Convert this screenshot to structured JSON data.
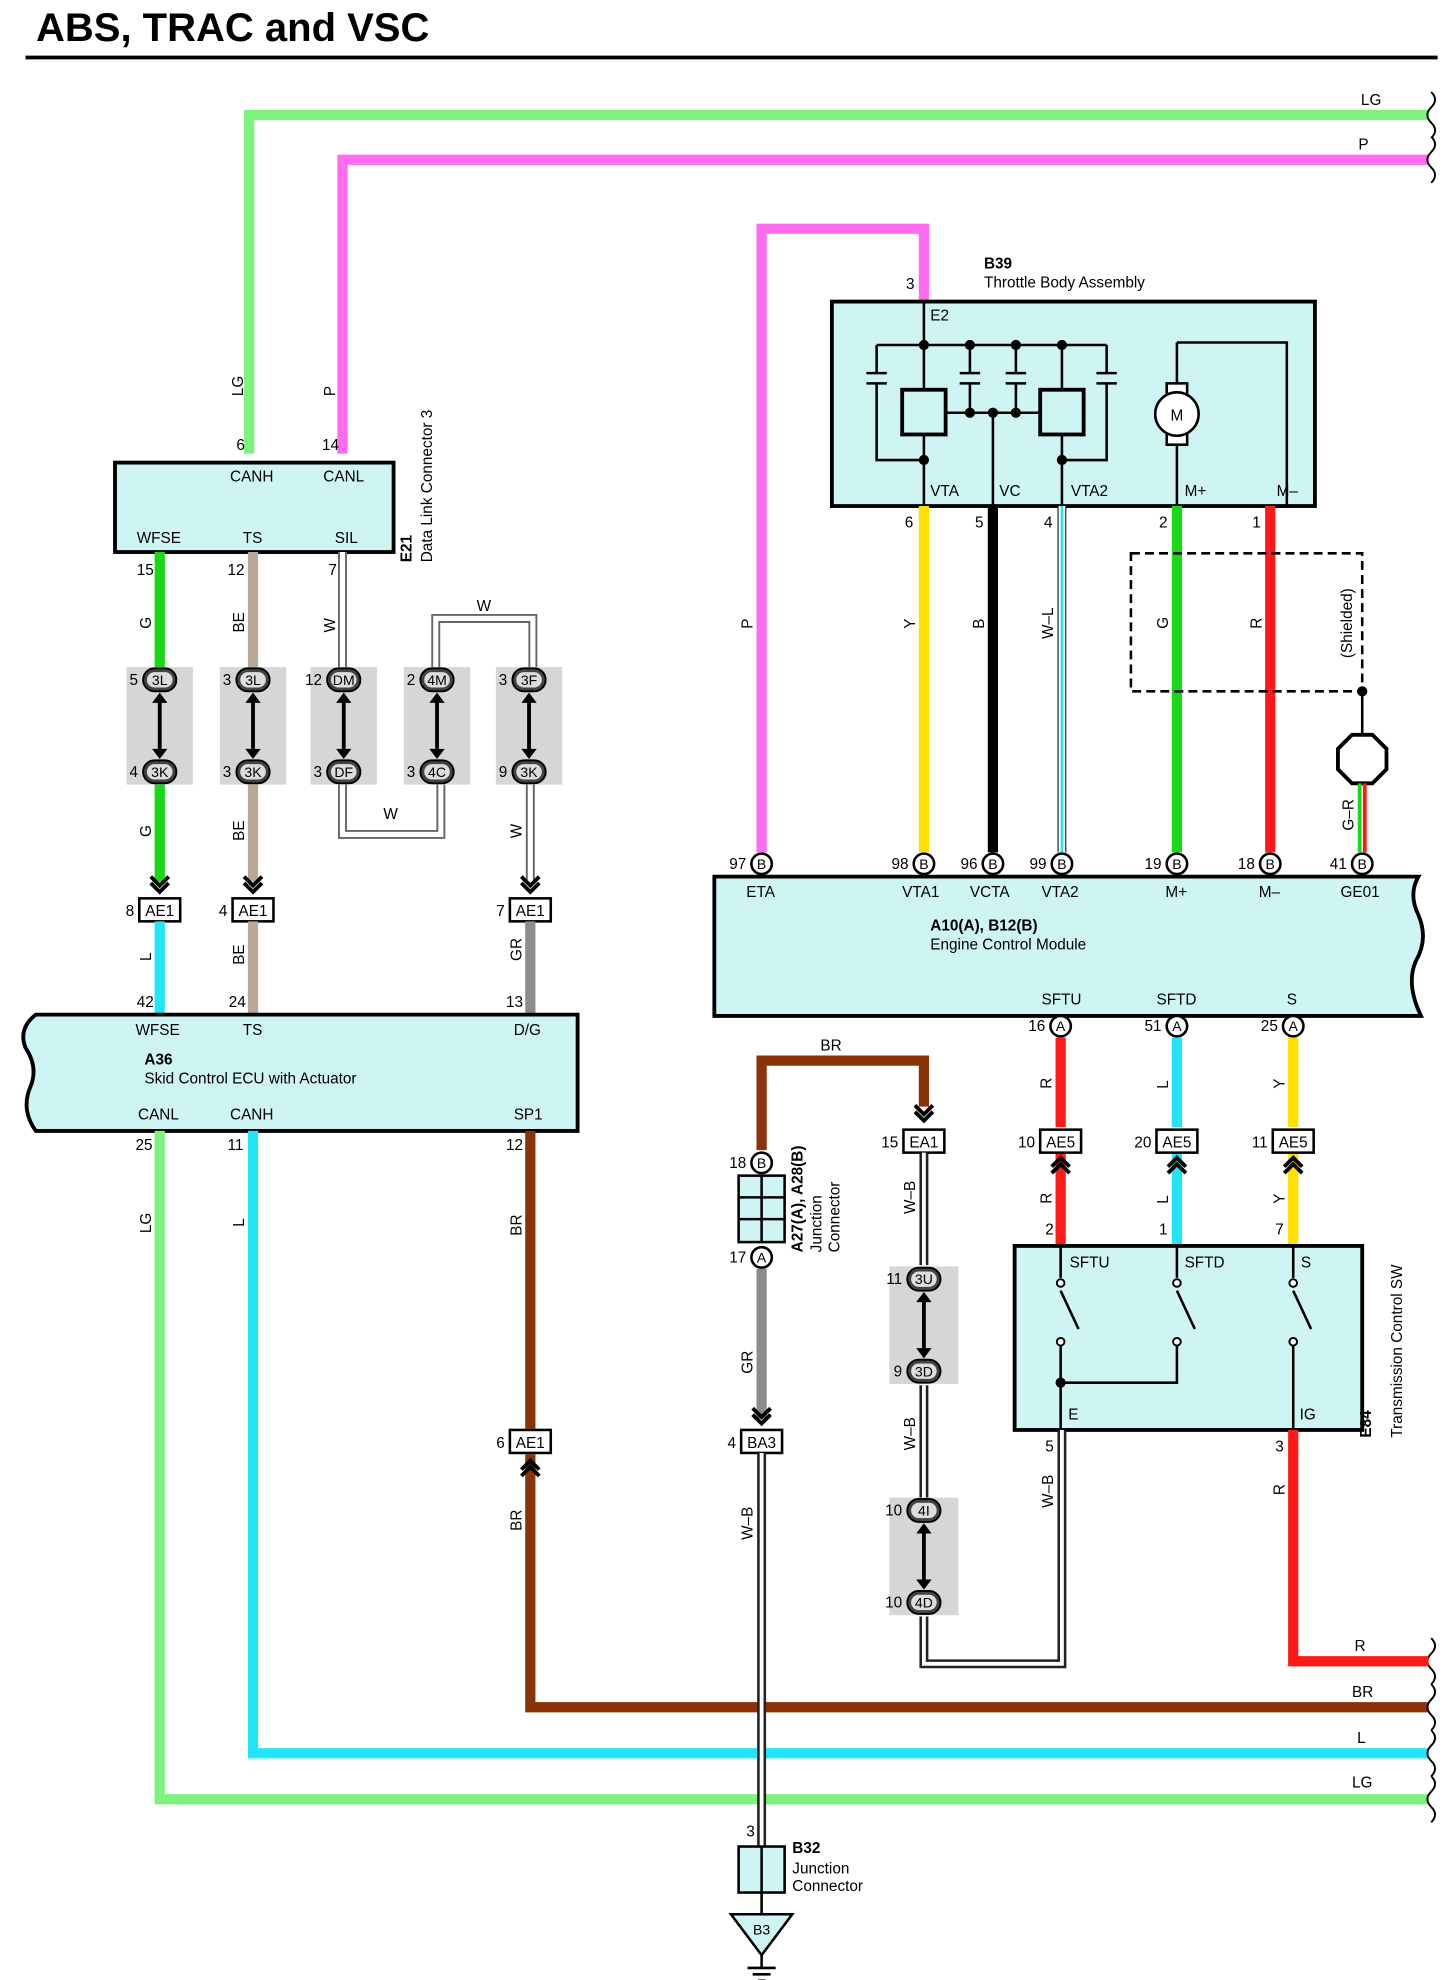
{
  "title": "ABS, TRAC and VSC",
  "colors": {
    "LG": "#7ef27e",
    "P": "#ff6cf0",
    "Y": "#ffe000",
    "B": "#000000",
    "G": "#18d818",
    "R": "#ff1a1a",
    "BE": "#b8a898",
    "W": "#ffffff",
    "L": "#22e6f8",
    "GR": "#8c8c8c",
    "BR": "#8c3208",
    "box": "#cff4f4",
    "shade": "#d6d6d6"
  },
  "right_edge_wires": [
    {
      "label": "LG"
    },
    {
      "label": "P"
    },
    {
      "label": "R"
    },
    {
      "label": "BR"
    },
    {
      "label": "L"
    },
    {
      "label": "LG"
    }
  ],
  "components": {
    "b39": {
      "code": "B39",
      "name": "Throttle Body Assembly",
      "pin_top": "3",
      "e2": "E2",
      "motor": "M",
      "terminals": [
        "VTA",
        "VC",
        "VTA2",
        "M+",
        "M–"
      ],
      "pins": [
        "6",
        "5",
        "4",
        "2",
        "1"
      ]
    },
    "e21": {
      "code": "E21",
      "name": "Data Link Connector 3",
      "top": [
        {
          "pin": "6",
          "label": "CANH"
        },
        {
          "pin": "14",
          "label": "CANL"
        }
      ],
      "bottom": [
        {
          "pin": "15",
          "label": "WFSE"
        },
        {
          "pin": "12",
          "label": "TS"
        },
        {
          "pin": "7",
          "label": "SIL"
        }
      ]
    },
    "a36": {
      "code": "A36",
      "name": "Skid Control ECU with Actuator",
      "top": [
        {
          "pin": "42",
          "label": "WFSE"
        },
        {
          "pin": "24",
          "label": "TS"
        },
        {
          "pin": "13",
          "label": "D/G"
        }
      ],
      "bottom": [
        {
          "pin": "25",
          "label": "CANL"
        },
        {
          "pin": "11",
          "label": "CANH"
        },
        {
          "pin": "12",
          "label": "SP1"
        }
      ]
    },
    "ecm": {
      "code": "A10(A), B12(B)",
      "name": "Engine Control Module",
      "top": [
        {
          "pin": "97",
          "conn": "B",
          "label": "ETA"
        },
        {
          "pin": "98",
          "conn": "B",
          "label": "VTA1"
        },
        {
          "pin": "96",
          "conn": "B",
          "label": "VCTA"
        },
        {
          "pin": "99",
          "conn": "B",
          "label": "VTA2"
        },
        {
          "pin": "19",
          "conn": "B",
          "label": "M+"
        },
        {
          "pin": "18",
          "conn": "B",
          "label": "M–"
        },
        {
          "pin": "41",
          "conn": "B",
          "label": "GE01"
        }
      ],
      "bottom": [
        {
          "pin": "16",
          "conn": "A",
          "label": "SFTU"
        },
        {
          "pin": "51",
          "conn": "A",
          "label": "SFTD"
        },
        {
          "pin": "25",
          "conn": "A",
          "label": "S"
        }
      ]
    },
    "e84": {
      "code": "E84",
      "name": "Transmission Control SW",
      "top": [
        {
          "pin": "2",
          "label": "SFTU"
        },
        {
          "pin": "1",
          "label": "SFTD"
        },
        {
          "pin": "7",
          "label": "S"
        }
      ],
      "bottom": [
        {
          "pin": "5",
          "label": "E"
        },
        {
          "pin": "3",
          "label": "IG"
        }
      ]
    },
    "a27": {
      "code": "A27(A), A28(B)",
      "name_line1": "Junction",
      "name_line2": "Connector",
      "pin_top": "18",
      "conn_top": "B",
      "pin_bottom": "17",
      "conn_bottom": "A"
    },
    "b32": {
      "code": "B32",
      "name_line1": "Junction",
      "name_line2": "Connector",
      "pin": "3",
      "ground": "B3"
    },
    "shielded": "(Shielded)"
  },
  "connectors": [
    {
      "name": "AE1",
      "pin": "8"
    },
    {
      "name": "AE1",
      "pin": "4"
    },
    {
      "name": "AE1",
      "pin": "7"
    },
    {
      "name": "AE1",
      "pin": "6"
    },
    {
      "name": "EA1",
      "pin": "15"
    },
    {
      "name": "BA3",
      "pin": "4"
    },
    {
      "name": "AE5",
      "pin": "10"
    },
    {
      "name": "AE5",
      "pin": "20"
    },
    {
      "name": "AE5",
      "pin": "11"
    }
  ],
  "junctions": [
    {
      "top_pin": "5",
      "top": "3L",
      "bottom_pin": "4",
      "bottom": "3K"
    },
    {
      "top_pin": "3",
      "top": "3L",
      "bottom_pin": "3",
      "bottom": "3K"
    },
    {
      "top_pin": "12",
      "top": "DM",
      "bottom_pin": "3",
      "bottom": "DF"
    },
    {
      "top_pin": "2",
      "top": "4M",
      "bottom_pin": "3",
      "bottom": "4C"
    },
    {
      "top_pin": "3",
      "top": "3F",
      "bottom_pin": "9",
      "bottom": "3K"
    },
    {
      "top_pin": "11",
      "top": "3U",
      "bottom_pin": "9",
      "bottom": "3D"
    },
    {
      "top_pin": "10",
      "top": "4I",
      "bottom_pin": "10",
      "bottom": "4D"
    }
  ],
  "wire_labels": {
    "lg": "LG",
    "p": "P",
    "y": "Y",
    "b": "B",
    "wl": "W–L",
    "g": "G",
    "r": "R",
    "gr_r": "G–R",
    "be": "BE",
    "w": "W",
    "l": "L",
    "gr": "GR",
    "br": "BR",
    "wb": "W–B"
  }
}
